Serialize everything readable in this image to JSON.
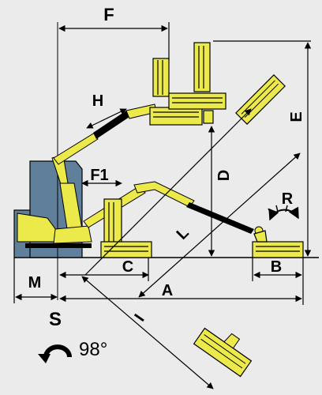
{
  "labels": {
    "F": "F",
    "F1": "F1",
    "H": "H",
    "E": "E",
    "D": "D",
    "R": "R",
    "L": "L",
    "C": "C",
    "B": "B",
    "M": "M",
    "A": "A",
    "S": "S",
    "I": "I"
  },
  "rotation": {
    "angle": "98°"
  },
  "colors": {
    "background": "#ebebeb",
    "cab": "#5f7f9a",
    "machine_yellow": "#ecea4a",
    "outline": "#000000"
  }
}
